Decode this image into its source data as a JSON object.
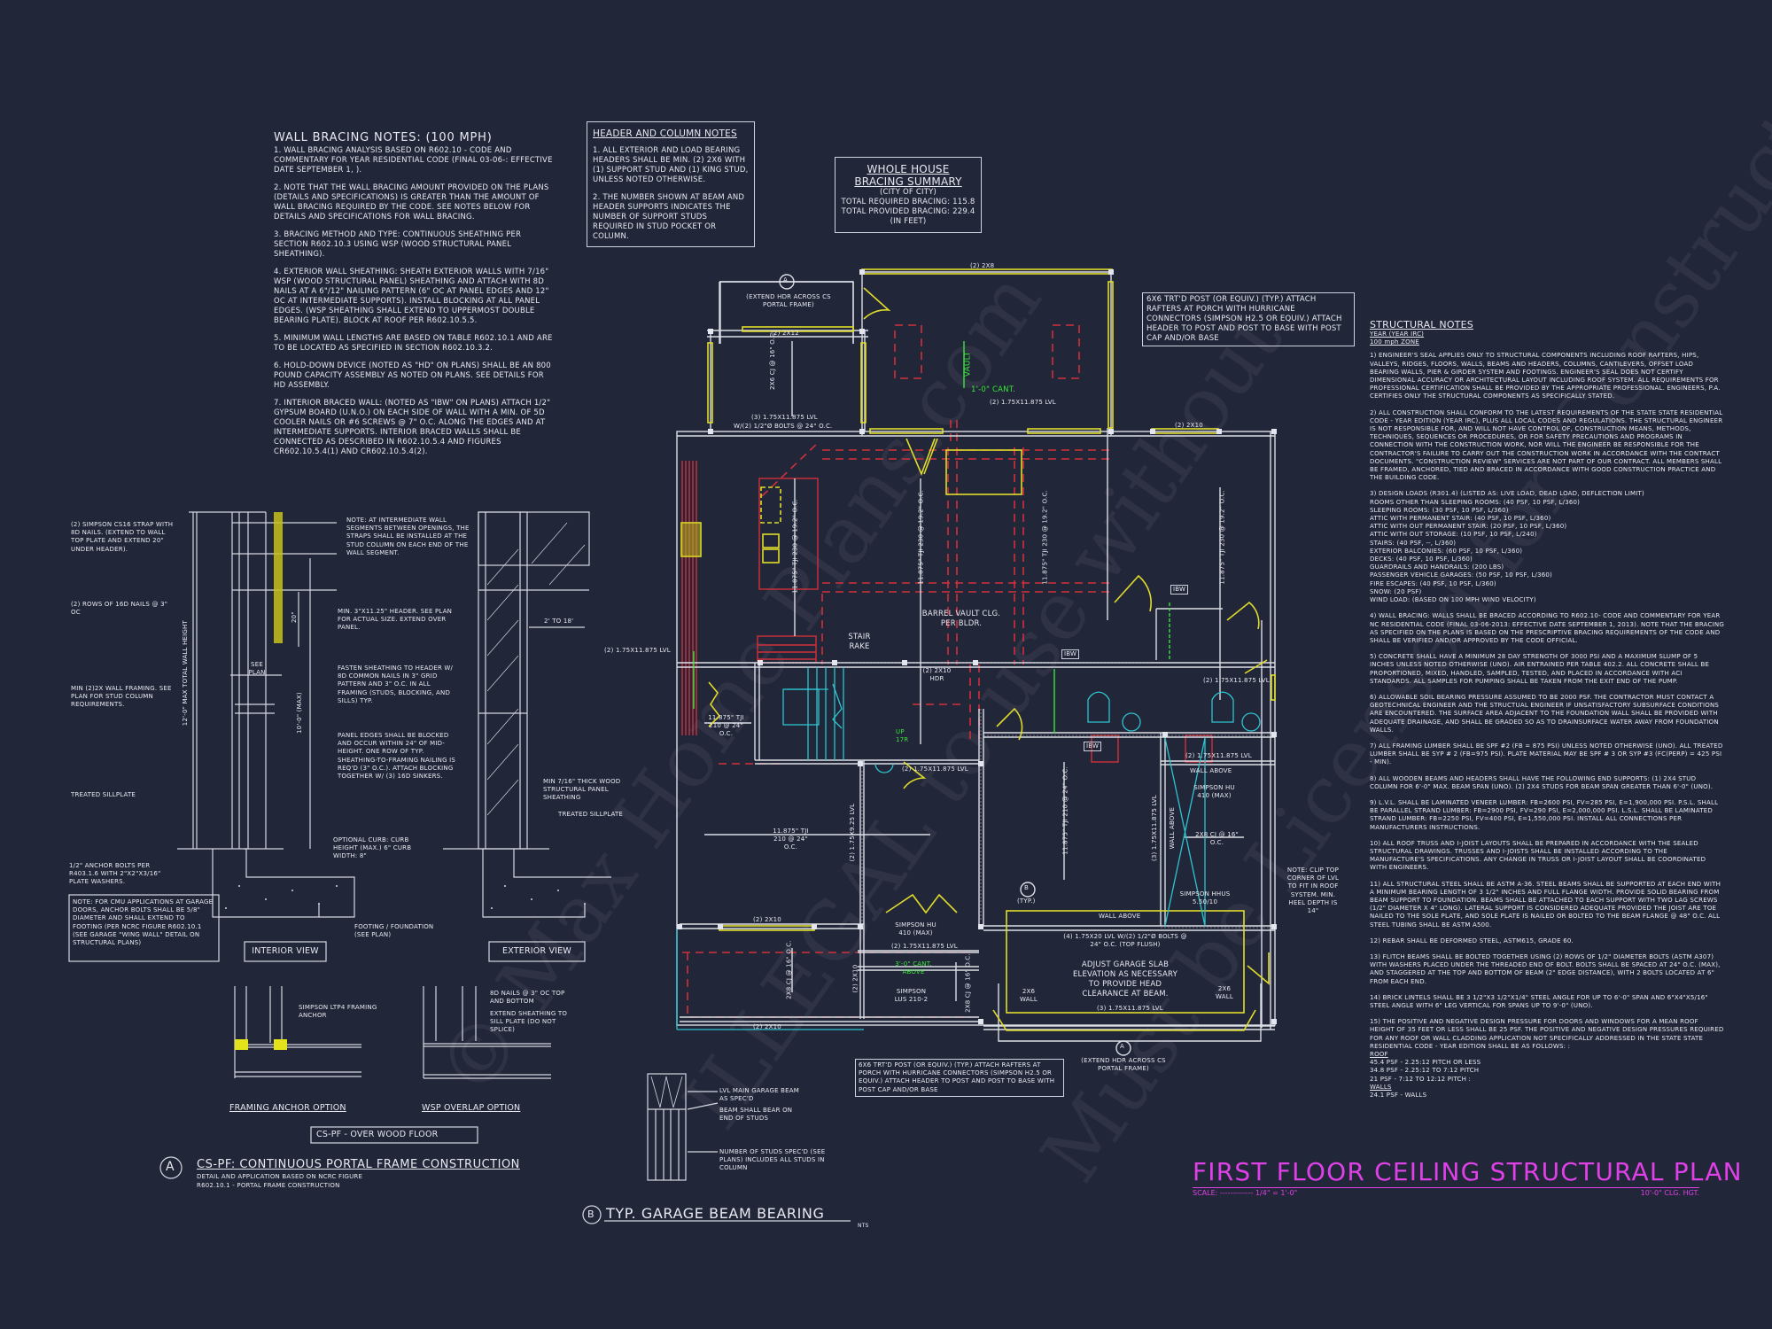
{
  "sheet": {
    "title": "FIRST FLOOR CEILING STRUCTURAL PLAN",
    "scale_label": "SCALE:",
    "scale_dots": "-------------",
    "scale_value": "1/4\" = 1'-0\"",
    "ceiling_height": "10'-0\" CLG. HGT.",
    "title_color": "#e040e8"
  },
  "wall_bracing_notes": {
    "title": "WALL BRACING NOTES: (100 MPH)",
    "items": [
      "1. WALL BRACING ANALYSIS BASED ON R602.10 - CODE AND COMMENTARY FOR YEAR RESIDENTIAL CODE (FINAL 03-06-: EFFECTIVE DATE SEPTEMBER 1, ).",
      "2. NOTE THAT THE WALL BRACING AMOUNT PROVIDED ON THE PLANS (DETAILS AND SPECIFICATIONS) IS GREATER THAN THE AMOUNT OF WALL BRACING REQUIRED BY THE CODE. SEE NOTES BELOW FOR DETAILS AND SPECIFICATIONS FOR WALL BRACING.",
      "3. BRACING METHOD AND TYPE: CONTINUOUS SHEATHING PER SECTION R602.10.3 USING WSP (WOOD STRUCTURAL PANEL SHEATHING).",
      "4. EXTERIOR WALL SHEATHING: SHEATH EXTERIOR WALLS WITH 7/16\" WSP (WOOD STRUCTURAL PANEL) SHEATHING AND ATTACH WITH 8d NAILS AT A 6\"/12\" NAILING PATTERN (6\" OC AT PANEL EDGES AND 12\" OC AT INTERMEDIATE SUPPORTS). INSTALL BLOCKING AT ALL PANEL EDGES. (WSP SHEATHING SHALL EXTEND TO UPPERMOST DOUBLE BEARING PLATE). BLOCK AT ROOF PER R602.10.5.5.",
      "5. MINIMUM WALL LENGTHS ARE BASED ON TABLE R602.10.1 AND ARE TO BE LOCATED AS SPECIFIED IN SECTION R602.10.3.2.",
      "6. HOLD-DOWN DEVICE (NOTED AS \"HD\" ON PLANS) SHALL BE AN 800 POUND CAPACITY ASSEMBLY AS NOTED ON PLANS. SEE DETAILS FOR HD ASSEMBLY.",
      "7. INTERIOR BRACED WALL: (NOTED AS \"IBW\" ON PLANS) ATTACH 1/2\" GYPSUM BOARD (U.N.O.) ON EACH SIDE OF WALL WITH A MIN. OF 5d COOLER NAILS OR #6 SCREWS @ 7\" O.C. ALONG THE EDGES AND AT INTERMEDIATE SUPPORTS. INTERIOR BRACED WALLS SHALL BE CONNECTED AS DESCRIBED IN R602.10.5.4 AND FIGURES CR602.10.5.4(1) AND CR602.10.5.4(2)."
    ]
  },
  "header_column_notes": {
    "title": "HEADER AND COLUMN NOTES",
    "items": [
      "1. ALL EXTERIOR AND LOAD BEARING HEADERS SHALL BE MIN. (2) 2x6 WITH (1) SUPPORT STUD AND (1) KING STUD, UNLESS NOTED OTHERWISE.",
      "2. THE NUMBER SHOWN AT BEAM AND HEADER SUPPORTS INDICATES THE NUMBER OF SUPPORT STUDS REQUIRED IN STUD POCKET OR COLUMN."
    ]
  },
  "bracing_summary": {
    "title_line1": "WHOLE HOUSE",
    "title_line2": "BRACING SUMMARY",
    "city": "(CITY OF CITY)",
    "required": "TOTAL REQUIRED BRACING: 115.8",
    "provided": "TOTAL PROVIDED BRACING: 229.4",
    "units": "(IN FEET)"
  },
  "porch_post_note": "6x6 TRT'D POST (OR EQUIV.) (TYP.) ATTACH RAFTERS AT PORCH WITH HURRICANE CONNECTORS (SIMPSON H2.5 OR EQUIV.) ATTACH HEADER TO POST AND POST TO BASE WITH POST CAP AND/OR BASE",
  "structural_notes": {
    "title": "STRUCTURAL NOTES",
    "sub1": "YEAR (YEAR IRC)",
    "sub2": "100 mph ZONE",
    "items": [
      "1) ENGINEER'S SEAL APPLIES ONLY TO STRUCTURAL COMPONENTS INCLUDING ROOF RAFTERS, HIPS, VALLEYS, RIDGES, FLOORS, WALLS, BEAMS AND HEADERS, COLUMNS, CANTILEVERS, OFFSET LOAD BEARING WALLS, PIER & GIRDER SYSTEM AND FOOTINGS. ENGINEER'S SEAL DOES NOT CERTIFY DIMENSIONAL ACCURACY OR ARCHITECTURAL LAYOUT INCLUDING ROOF SYSTEM. ALL REQUIREMENTS FOR PROFESSIONAL CERTIFICATION SHALL BE PROVIDED BY THE APPROPRIATE PROFESSIONAL. ENGINEERS, P.A. CERTIFIES ONLY THE STRUCTURAL COMPONENTS AS SPECIFICALLY STATED.",
      "2) ALL CONSTRUCTION SHALL CONFORM TO THE LATEST REQUIREMENTS OF THE STATE STATE RESIDENTIAL CODE - YEAR EDITION (YEAR IRC), PLUS ALL LOCAL CODES AND REGULATIONS. THE STRUCTURAL ENGINEER IS NOT RESPONSIBLE FOR, AND WILL NOT HAVE CONTROL OF, CONSTRUCTION MEANS, METHODS, TECHNIQUES, SEQUENCES OR PROCEDURES, OR FOR SAFETY PRECAUTIONS AND PROGRAMS IN CONNECTION WITH THE CONSTRUCTION WORK, NOR WILL THE ENGINEER BE RESPONSIBLE FOR THE CONTRACTOR'S FAILURE TO CARRY OUT THE CONSTRUCTION WORK IN ACCORDANCE WITH THE CONTRACT DOCUMENTS. \"CONSTRUCTION REVIEW\" SERVICES ARE NOT PART OF OUR CONTRACT. ALL MEMBERS SHALL BE FRAMED, ANCHORED, TIED AND BRACED IN ACCORDANCE WITH GOOD CONSTRUCTION PRACTICE AND THE BUILDING CODE.",
      "3) DESIGN LOADS (R301.4) (LISTED AS: LIVE LOAD, DEAD LOAD, DEFLECTION LIMIT)\nROOMS OTHER THAN SLEEPING ROOMS: (40 PSF, 10 PSF, L/360)\nSLEEPING ROOMS: (30 PSF, 10 PSF, L/360)\nATTIC WITH PERMANENT STAIR: (40 PSF, 10 PSF, L/360)\nATTIC WITH OUT PERMANENT STAIR: (20 PSF, 10 PSF, L/360)\nATTIC WITH OUT STORAGE: (10 PSF, 10 PSF, L/240)\nSTAIRS: (40 PSF, --, L/360)\nEXTERIOR BALCONIES: (60 PSF, 10 PSF, L/360)\nDECKS: (40 PSF, 10 PSF, L/360)\nGUARDRAILS AND HANDRAILS: (200 LBS)\nPASSENGER VEHICLE GARAGES: (50 PSF, 10 PSF, L/360)\nFIRE ESCAPES: (40 PSF, 10 PSF, L/360)\nSNOW: (20 PSF)\nWIND LOAD: (BASED ON 100 MPH WIND VELOCITY)",
      "4) WALL BRACING: WALLS SHALL BE BRACED ACCORDING TO R602.10- CODE AND COMMENTARY FOR YEAR NC RESIDENTIAL CODE (FINAL 03-06-2013: EFFECTIVE DATE SEPTEMBER 1, 2013). NOTE THAT THE BRACING AS SPECIFIED ON THE PLANS IS BASED ON THE PRESCRIPTIVE BRACING REQUIREMENTS OF THE CODE AND SHALL BE VERIFIED AND/OR APPROVED BY THE CODE OFFICIAL.",
      "5) CONCRETE SHALL HAVE A MINIMUM 28 DAY STRENGTH OF 3000 PSI AND A MAXIMUM SLUMP OF 5 INCHES UNLESS NOTED OTHERWISE (UNO). AIR ENTRAINED PER TABLE 402.2. ALL CONCRETE SHALL BE PROPORTIONED, MIXED, HANDLED, SAMPLED, TESTED, AND PLACED IN ACCORDANCE WITH ACI STANDARDS. ALL SAMPLES FOR PUMPING SHALL BE TAKEN FROM THE EXIT END OF THE PUMP.",
      "6) ALLOWABLE SOIL BEARING PRESSURE ASSUMED TO BE 2000 PSF. THE CONTRACTOR MUST CONTACT A GEOTECHNICAL ENGINEER AND THE STRUCTUAL ENGINEER IF UNSATISFACTORY SUBSURFACE CONDITIONS ARE ENCOUNTERED. THE SURFACE AREA ADJACENT TO THE FOUNDATION WALL SHALL BE PROVIDED WITH ADEQUATE DRAINAGE, AND SHALL BE GRADED SO AS TO DRAINSURFACE WATER AWAY FROM FOUNDATION WALLS.",
      "7) ALL FRAMING LUMBER SHALL BE SPF #2 (Fb = 875 PSI) UNLESS NOTED OTHERWISE (UNO). ALL TREATED LUMBER SHALL BE SYP # 2 (Fb=975 PSI). PLATE MATERIAL MAY BE SPF # 3 OR SYP #3 (Fc(perp) = 425 PSI - MIN).",
      "8) ALL WOODEN BEAMS AND HEADERS SHALL HAVE THE FOLLOWING END SUPPORTS: (1) 2x4 STUD COLUMN FOR 6'-0\" MAX. BEAM SPAN (UNO). (2) 2X4 STUDS FOR BEAM SPAN GREATER THAN 6'-0\" (UNO).",
      "9) L.V.L. SHALL BE LAMINATED VENEER LUMBER: Fb=2600 PSI, Fv=285 PSI, E=1,900,000 PSI. P.S.L. SHALL BE PARALLEL STRAND LUMBER: Fb=2900 PSI, Fv=290 PSI, E=2,000,000 PSI. L.S.L. SHALL BE LAMINATED STRAND LUMBER: Fb=2250 PSI, Fv=400 PSI, E=1,550,000 PSI. INSTALL ALL CONNECTIONS PER MANUFACTURERS INSTRUCTIONS.",
      "10) ALL ROOF TRUSS AND I-JOIST LAYOUTS SHALL BE PREPARED IN ACCORDANCE WITH THE SEALED STRUCTURAL DRAWINGS. TRUSSES AND I-JOISTS SHALL BE INSTALLED ACCORDING TO THE MANUFACTURE'S SPECIFICATIONS. ANY CHANGE IN TRUSS OR I-JOIST LAYOUT SHALL BE COORDINATED WITH ENGINEERS.",
      "11) ALL STRUCTURAL STEEL SHALL BE ASTM A-36. STEEL BEAMS SHALL BE SUPPORTED AT EACH END WITH A MINIMUM BEARING LENGTH OF 3 1/2\" INCHES AND FULL FLANGE WIDTH. PROVIDE SOLID BEARING FROM BEAM SUPPORT TO FOUNDATION. BEAMS SHALL BE ATTACHED TO EACH SUPPORT WITH TWO LAG SCREWS (1/2\" DIAMETER x 4\" LONG). LATERAL SUPPORT IS CONSIDERED ADEQUATE PROVIDED THE JOIST ARE TOE NAILED TO THE SOLE PLATE, AND SOLE PLATE IS NAILED OR BOLTED TO THE BEAM FLANGE @ 48\" O.C. ALL STEEL TUBING SHALL BE ASTM A500.",
      "12) REBAR SHALL BE DEFORMED STEEL, ASTM615, GRADE 60.",
      "13) FLITCH BEAMS SHALL BE BOLTED TOGETHER USING (2) ROWS OF 1/2\" DIAMETER BOLTS (ASTM A307) WITH WASHERS PLACED UNDER THE THREADED END OF BOLT. BOLTS SHALL BE SPACED AT 24\" O.C. (MAX), AND STAGGERED AT THE TOP AND BOTTOM OF BEAM (2\" EDGE DISTANCE), WITH 2 BOLTS LOCATED AT 6\" FROM EACH END.",
      "14) BRICK LINTELS SHALL BE 3 1/2\"x3 1/2\"x1/4\" STEEL ANGLE FOR UP TO 6'-0\" SPAN AND 6\"x4\"x5/16\" STEEL ANGLE WITH 6\" LEG VERTICAL FOR SPANS UP TO 9'-0\" (UNO).",
      "15) THE POSITIVE AND NEGATIVE DESIGN PRESSURE FOR DOORS AND WINDOWS FOR A MEAN ROOF HEIGHT OF 35 FEET OR LESS SHALL BE 25 PSF. THE POSITIVE AND NEGATIVE DESIGN PRESSURES REQUIRED FOR ANY ROOF OR WALL CLADDING APPLICATION NOT SPECIFICALLY ADDRESSED IN THE STATE STATE RESIDENTIAL CODE - YEAR EDITION SHALL BE AS FOLLOWS: :"
    ],
    "roof_label": "ROOF",
    "roof_values": [
      "45.4 PSF - 2.25:12 PITCH OR LESS",
      "34.8 PSF - 2.25:12 TO 7:12 PITCH",
      "21 PSF - 7:12 TO 12:12 PITCH :"
    ],
    "walls_label": "WALLS",
    "walls_values": [
      "24.1 PSF - WALLS"
    ]
  },
  "portal_detail": {
    "callouts": {
      "strap": "(2) SIMPSON CS16 STRAP WITH 8d NAILS. (EXTEND TO WALL TOP PLATE AND EXTEND 20\" UNDER HEADER).",
      "nails": "(2) ROWS OF 16d NAILS @ 3\" OC",
      "framing": "MIN (2)2X WALL FRAMING. SEE PLAN FOR STUD COLUMN REQUIREMENTS.",
      "sillplate": "TREATED SILLPLATE",
      "anchor_bolts": "1/2\" ANCHOR BOLTS PER R403.1.6 WITH 2\"x2\"x3/16\" PLATE WASHERS.",
      "cmu_note": "NOTE: FOR CMU APPLICATIONS AT GARAGE DOORS, ANCHOR BOLTS SHALL BE 5/8\" DIAMETER AND SHALL EXTEND TO FOOTING (PER NCRC FIGURE R602.10.1 (SEE GARAGE \"WING WALL\" DETAIL ON STRUCTURAL PLANS)",
      "intermediate": "NOTE: AT INTERMEDIATE WALL SEGMENTS BETWEEN OPENINGS, THE STRAPS SHALL BE INSTALLED AT THE STUD COLUMN ON EACH END OF THE WALL SEGMENT.",
      "header": "MIN. 3\"x11.25\" HEADER. SEE PLAN FOR ACTUAL SIZE. EXTEND OVER PANEL.",
      "fasten": "FASTEN SHEATHING TO HEADER W/ 8d COMMON NAILS IN 3\" GRID PATTERN AND 3\" O.C. IN ALL FRAMING (STUDS, BLOCKING, AND SILLS) TYP.",
      "panel_edges": "PANEL EDGES SHALL BE BLOCKED AND OCCUR WITHIN 24\" OF MID-HEIGHT. ONE ROW OF TYP. SHEATHING-TO-FRAMING NAILING IS REQ'D (3\" O.C.). ATTACH BLOCKING TOGETHER W/ (3) 16d SINKERS.",
      "curb": "OPTIONAL CURB: CURB HEIGHT (MAX.) 6\" CURB WIDTH: 8\"",
      "footing": "FOOTING / FOUNDATION (SEE PLAN)",
      "wsp_thick": "MIN 7/16\" THICK WOOD STRUCTURAL PANEL SHEATHING",
      "treated_sill2": "TREATED SILLPLATE",
      "width": "2' TO 18'",
      "see_plan": "SEE PLAN",
      "dim_20": "20\"",
      "dim_total": "12'-0\" MAX TOTAL WALL HEIGHT",
      "dim_max": "10'-0\" (MAX)",
      "ltp4": "SIMPSON LTP4 FRAMING ANCHOR",
      "nails_top": "8d NAILS @ 3\" OC TOP AND BOTTOM",
      "extend_sheathing": "EXTEND SHEATHING TO SILL PLATE (DO NOT SPLICE)"
    },
    "interior_view": "INTERIOR VIEW",
    "exterior_view": "EXTERIOR VIEW",
    "framing_anchor_option": "FRAMING ANCHOR OPTION",
    "wsp_overlap_option": "WSP OVERLAP OPTION",
    "over_wood_floor": "CS-PF - OVER WOOD FLOOR",
    "marker": "A",
    "title": "CS-PF: CONTINUOUS PORTAL FRAME CONSTRUCTION",
    "subtitle1": "DETAIL AND APPLICATION BASED ON NCRC FIGURE",
    "subtitle2": "R602.10.1 - PORTAL FRAME CONSTRUCTION"
  },
  "garage_beam_detail": {
    "marker": "B",
    "title": "TYP. GARAGE BEAM BEARING",
    "nts": "NTS",
    "callouts": [
      "LVL MAIN GARAGE BEAM AS SPEC'D",
      "BEAM SHALL BEAR ON END OF STUDS",
      "NUMBER OF STUDS SPEC'D (SEE PLANS) INCLUDES ALL STUDS IN COLUMN"
    ]
  },
  "plan_labels": {
    "extend_hdr_top": "(EXTEND HDR ACROSS CS PORTAL FRAME)",
    "extend_hdr_bottom": "(EXTEND HDR ACROSS CS PORTAL FRAME)",
    "marker_a": "A",
    "marker_b": "B",
    "typ": "(TYP.)",
    "porch_beam_top": "(2) 2x8",
    "front_hdr": "(2) 2x12",
    "cj_2x6": "2x6 CJ @ 16\" O.C.",
    "lvl_3_front": "(3) 1.75x11.875 LVL",
    "bolts_front": "W/(2) 1/2\"Ø BOLTS @ 24\" O.C.",
    "vault": "VAULT",
    "cant_1": "1'-0\" CANT.",
    "lvl_2_porch": "(2) 1.75x11.875 LVL",
    "hdr_2x10_right": "(2) 2x10",
    "tji230_a": "11.875\" TJI 230 @ 19.2\" O.C.",
    "tji230_b": "11.875\" TJI 230 @ 19.2\" O.C.",
    "tji230_c": "11.875\" TJI 230 @ 19.2\" O.C.",
    "tji230_d": "11.875\" TJI 230 @ 19.2\" O.C.",
    "lvl_left": "(2) 1.75x11.875 LVL",
    "tji210_left": "11.875\" TJI 210 @ 24\" O.C.",
    "stair_rake": "STAIR RAKE",
    "barrel_vault": "BARREL VAULT CLG. PER BLDR.",
    "hdr_2x10": "(2) 2x10 HDR",
    "up_17r": "UP 17R",
    "ibw": "IBW",
    "lvl_mid": "(2) 1.75x11.875 LVL",
    "lvl_bath": "(2) 1.75x11.875 LVL",
    "tji210_mid": "11.875\" TJI 210 @ 24\" O.C.",
    "lvl_925": "(2) 1.75x9.25 LVL",
    "tji210_right": "11.875\" TJI 210 @ 24\" O.C.",
    "lvl_garage_right": "(2) 1.75x11.875 LVL",
    "wall_above_1": "WALL ABOVE",
    "simpson_hu410_a": "SIMPSON HU 410 (MAX)",
    "lvl_3_vert": "(3) 1.75x11.875 LVL",
    "wall_above_vert": "WALL ABOVE",
    "cj_2x8_right": "2x8 CJ @ 16\" O.C.",
    "simpson_hhus": "SIMPSON HHUS 5.50/10",
    "wall_above_2": "WALL ABOVE",
    "garage_beam": "(4) 1.75x20 LVL W/(2) 1/2\"Ø BOLTS @ 24\" O.C. (TOP FLUSH)",
    "adjust_slab": "ADJUST GARAGE SLAB ELEVATION AS NECESSARY TO PROVIDE HEAD CLEARANCE AT BEAM.",
    "wall_2x6_l": "2x6 WALL",
    "wall_2x6_r": "2x6 WALL",
    "lvl_garage_door": "(3) 1.75x11.875 LVL",
    "clip_note": "NOTE: CLIP TOP CORNER OF LVL TO FIT IN ROOF SYSTEM. MIN. HEEL DEPTH IS 14\"",
    "hdr_2x10_bl": "(2) 2x10",
    "hdr_2x10_bottom": "(2) 2x10",
    "cj_2x8_bl": "2x8 CJ @ 16\" O.C.",
    "hdr_2x10_vert": "(2) 2x10",
    "simpson_hu410_b": "SIMPSON HU 410 (MAX)",
    "lvl_small": "(2) 1.75x11.875 LVL",
    "cant_3": "3'-0\" CANT. ABOVE",
    "simpson_lus": "SIMPSON LUS 210-2",
    "cj_2x8_small": "2x8 CJ @ 16\" O.C."
  },
  "watermarks": [
    "© Max Home Plans.com",
    "ILLEGAL to use without",
    "Must be Licensed for Construction"
  ]
}
